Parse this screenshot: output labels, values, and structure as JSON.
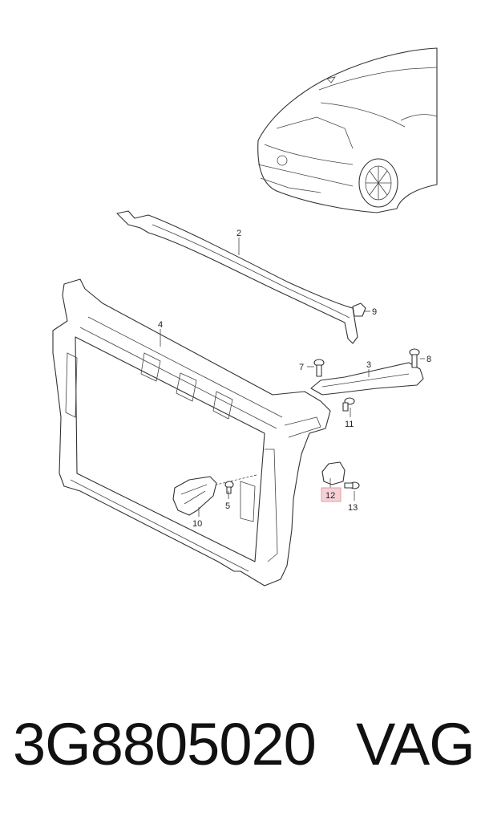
{
  "callouts": {
    "c2": "2",
    "c3": "3",
    "c4": "4",
    "c5": "5",
    "c7": "7",
    "c8": "8",
    "c9": "9",
    "c10": "10",
    "c11": "11",
    "c12": "12",
    "c13": "13"
  },
  "highlight_color": "#e89aa6",
  "caption": {
    "part_number": "3G8805020",
    "brand": "VAG"
  }
}
